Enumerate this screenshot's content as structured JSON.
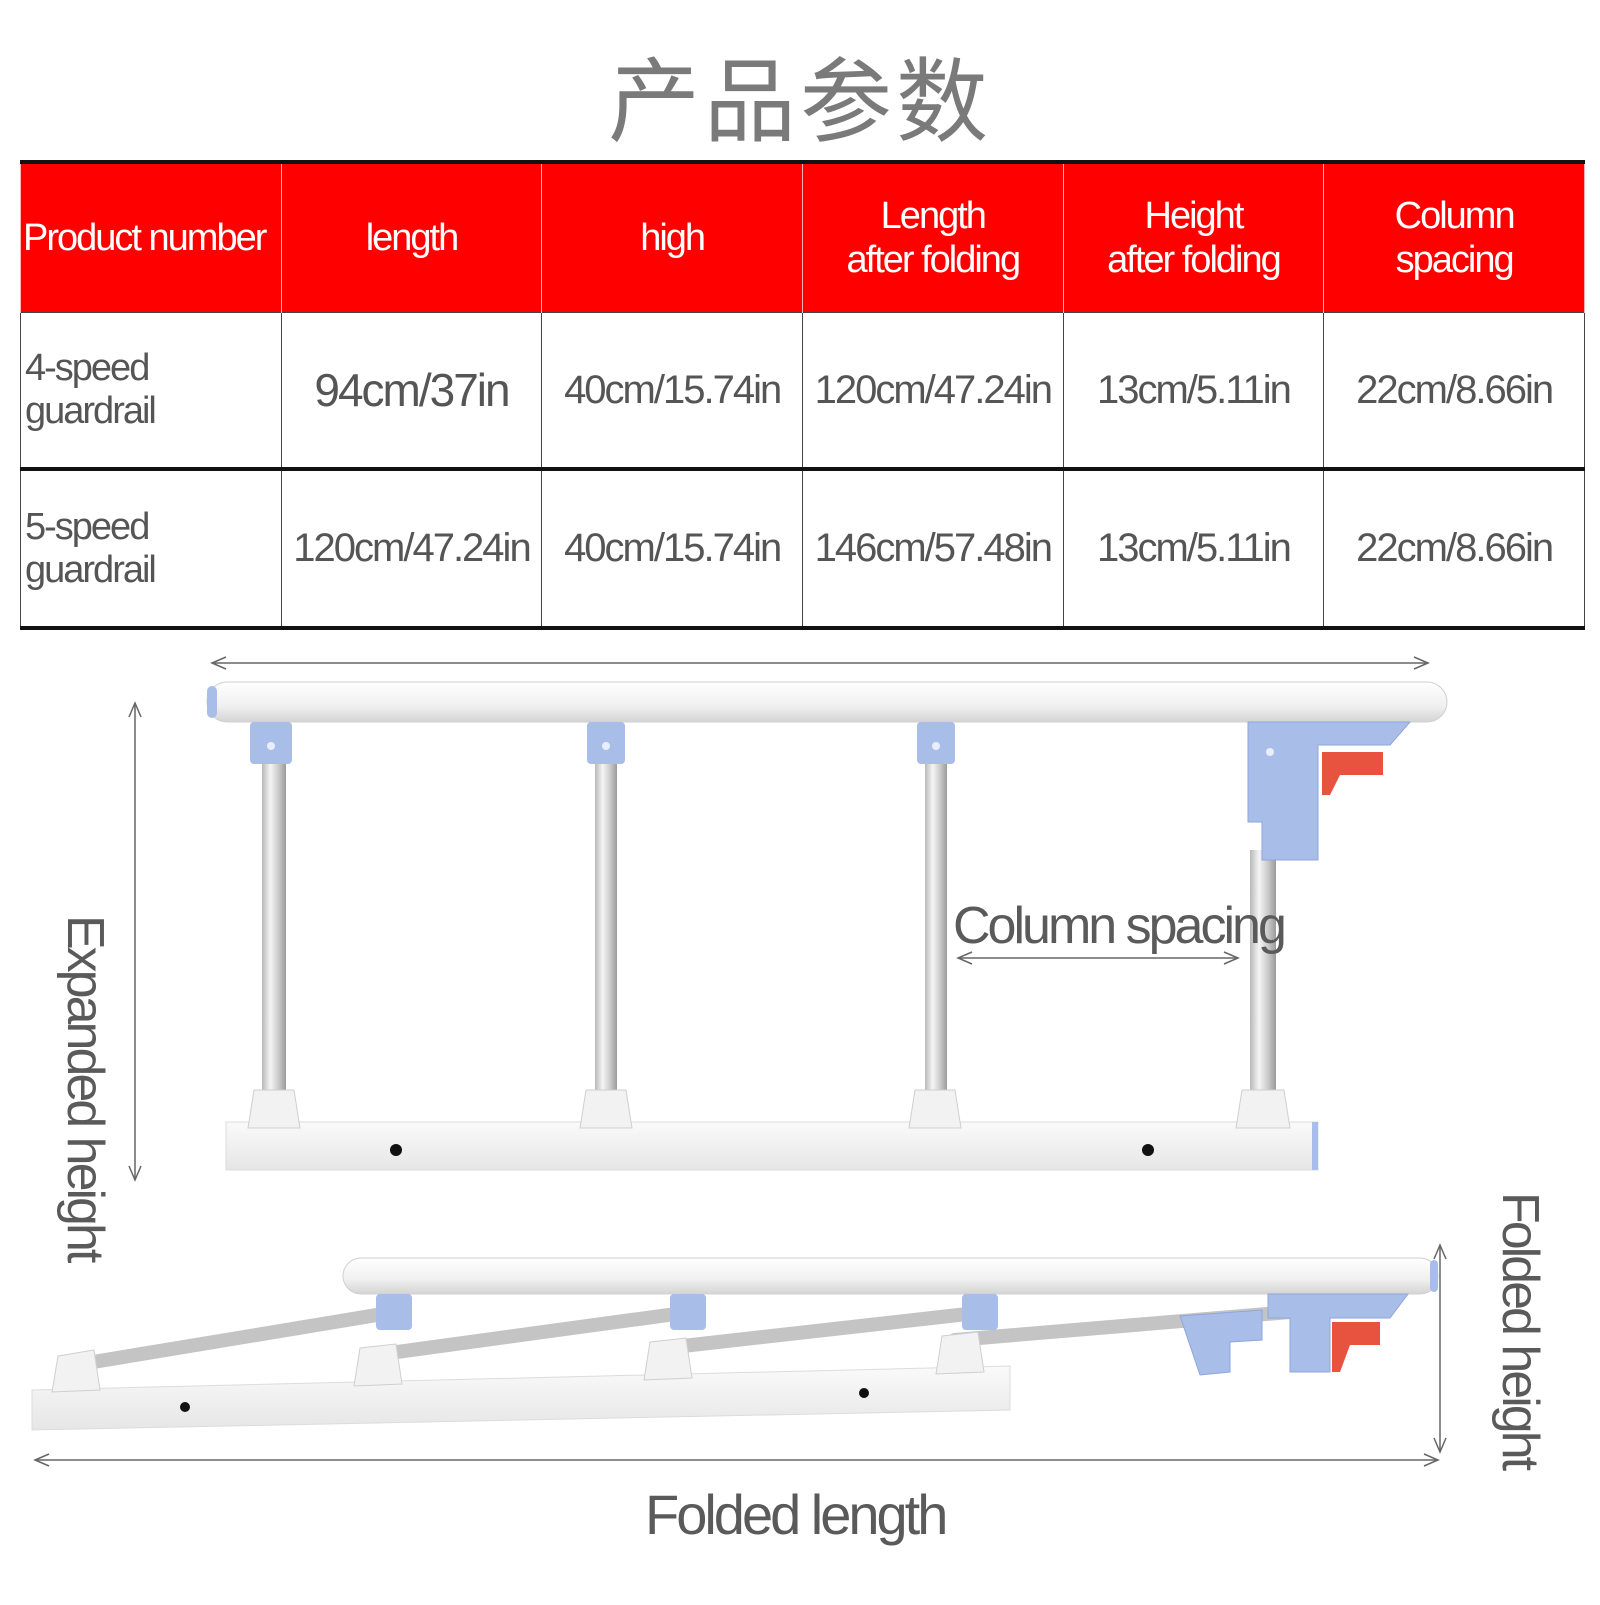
{
  "title": "产品参数",
  "table": {
    "headers": [
      "Product number",
      "length",
      "high",
      "Length\nafter folding",
      "Height\nafter folding",
      "Column\nspacing"
    ],
    "rows": [
      [
        "4-speed guardrail",
        "94cm/37in",
        "40cm/15.74in",
        "120cm/47.24in",
        "13cm/5.11in",
        "22cm/8.66in"
      ],
      [
        "5-speed guardrail",
        "120cm/47.24in",
        "40cm/15.74in",
        "146cm/57.48in",
        "13cm/5.11in",
        "22cm/8.66in"
      ]
    ]
  },
  "diagram": {
    "expanded_height_label": "Expanded height",
    "column_spacing_label": "Column spacing",
    "folded_height_label": "Folded height",
    "folded_length_label": "Folded length"
  },
  "colors": {
    "header_bg": "#ff0000",
    "rail_white": "#f4f4f4",
    "bracket_blue": "#a9bde9",
    "lever_red": "#e8533f",
    "label_gray": "#5a5a5a"
  }
}
